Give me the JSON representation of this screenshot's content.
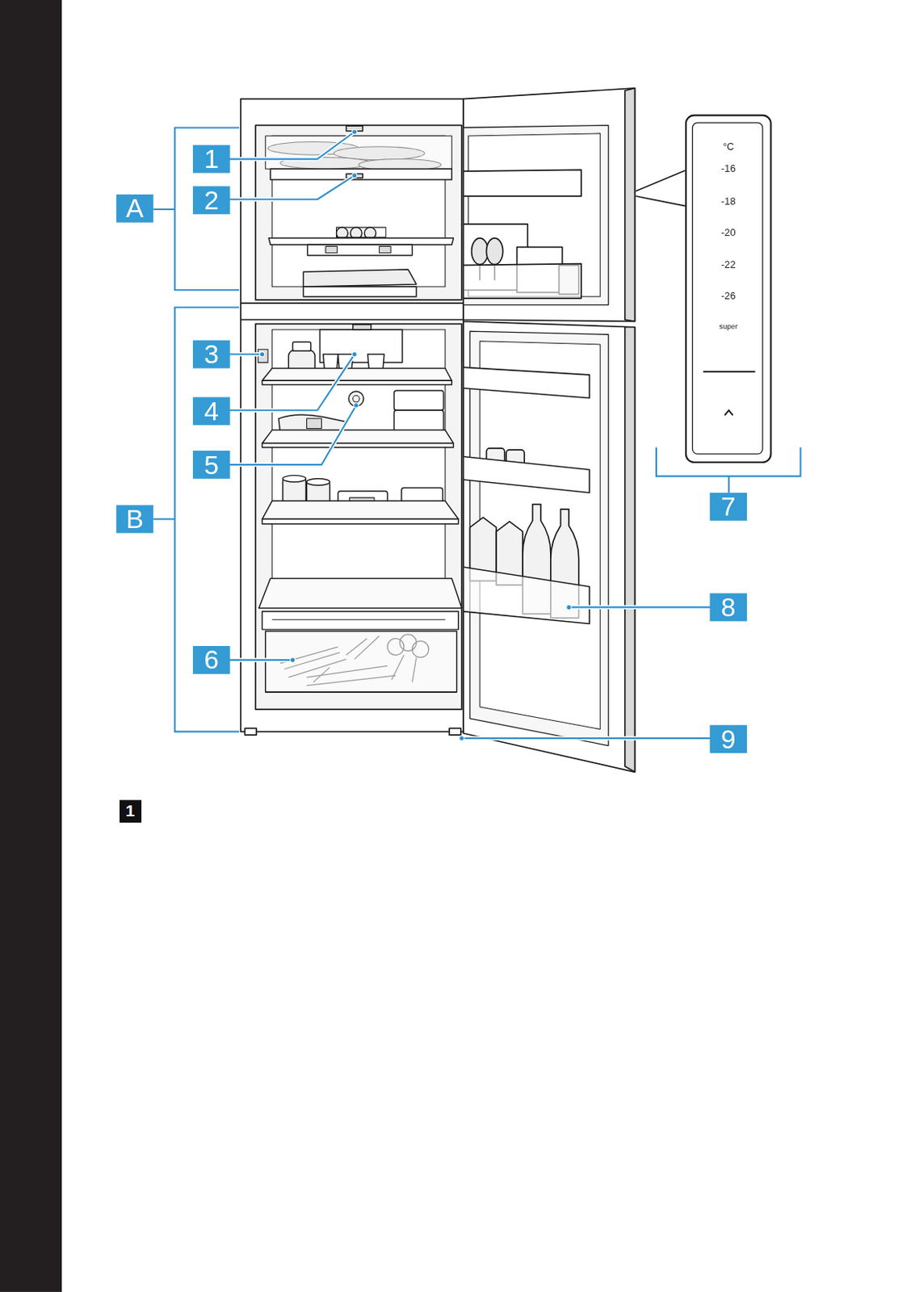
{
  "diagram": {
    "nodes": [
      {
        "text": [
          "°C",
          "-16",
          "-18",
          "-20",
          "-22",
          "-26",
          "super"
        ]
      }
    ],
    "labels": [
      "A",
      "1",
      "2",
      "B",
      "3",
      "4",
      "5",
      "6",
      "7",
      "8",
      "9",
      "1"
    ]
  }
}
